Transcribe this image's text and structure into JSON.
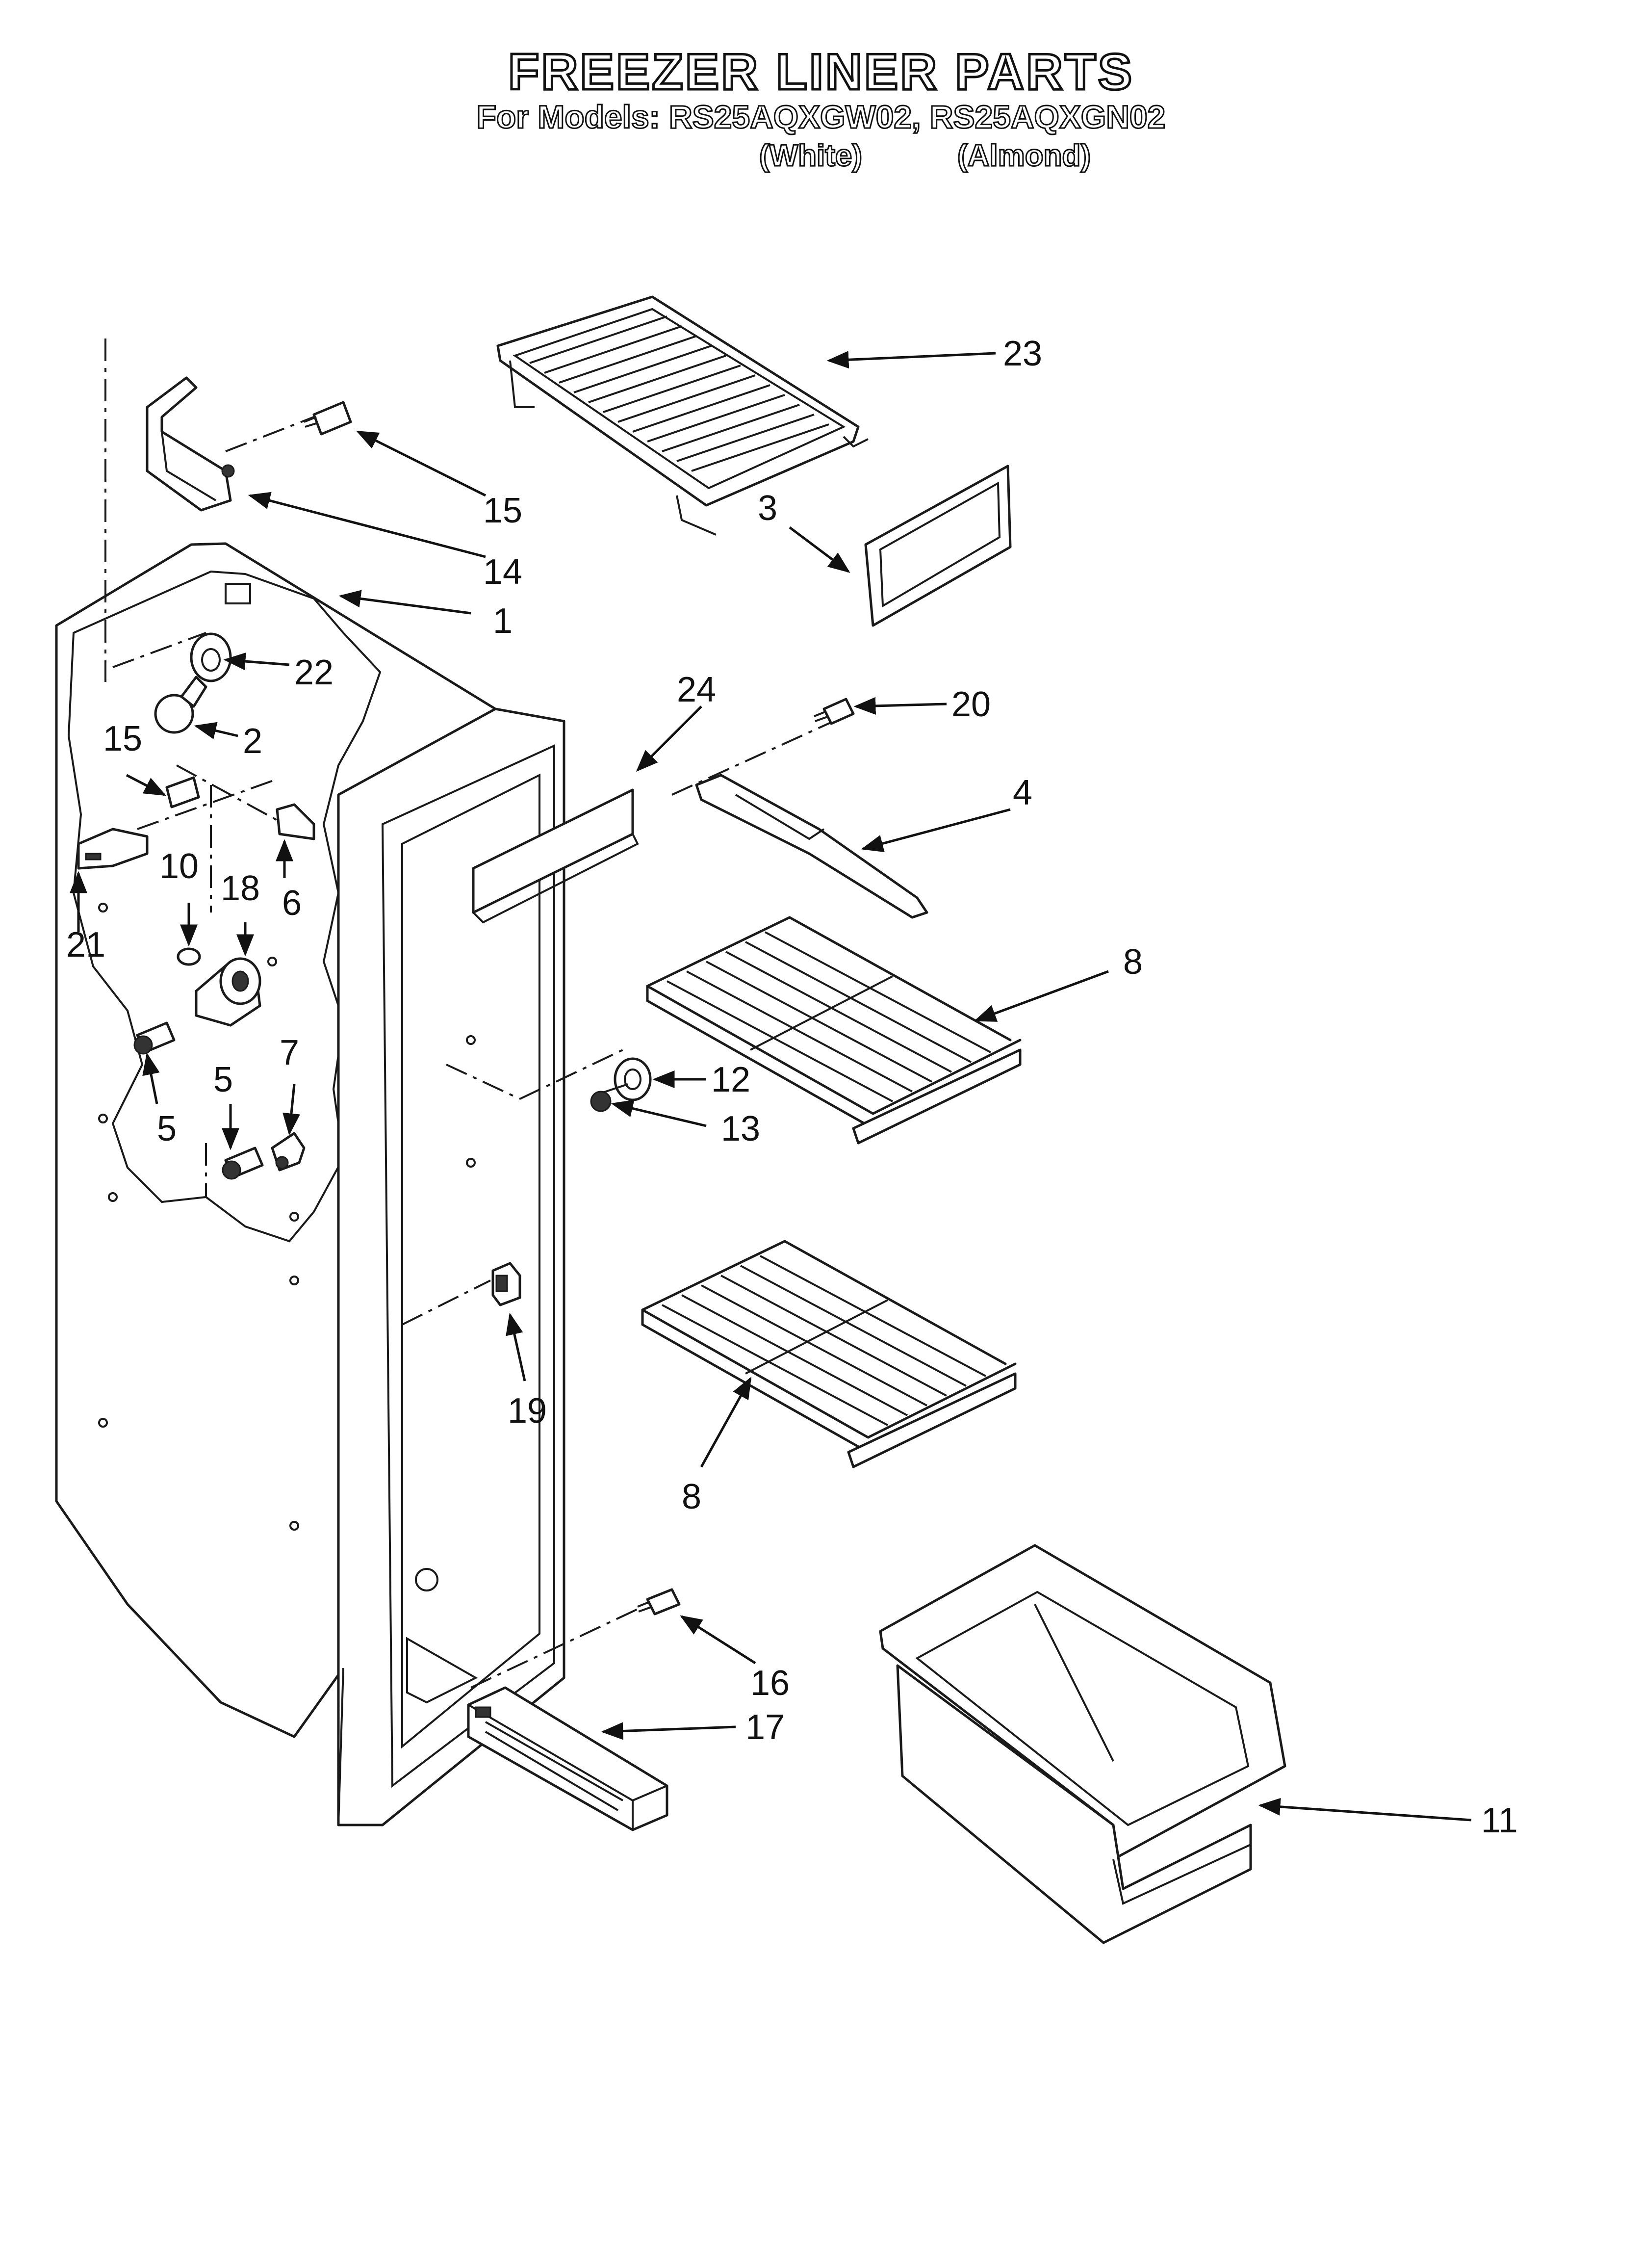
{
  "header": {
    "title": "FREEZER LINER PARTS",
    "models_line": "For Models: RS25AQXGW02, RS25AQXGN02",
    "variant_white": "(White)",
    "variant_almond": "(Almond)"
  },
  "callouts": [
    {
      "id": "c23",
      "label": "23"
    },
    {
      "id": "c15a",
      "label": "15"
    },
    {
      "id": "c14",
      "label": "14"
    },
    {
      "id": "c1",
      "label": "1"
    },
    {
      "id": "c3",
      "label": "3"
    },
    {
      "id": "c22",
      "label": "22"
    },
    {
      "id": "c2",
      "label": "2"
    },
    {
      "id": "c24",
      "label": "24"
    },
    {
      "id": "c20",
      "label": "20"
    },
    {
      "id": "c15b",
      "label": "15"
    },
    {
      "id": "c4",
      "label": "4"
    },
    {
      "id": "c6",
      "label": "6"
    },
    {
      "id": "c21",
      "label": "21"
    },
    {
      "id": "c10",
      "label": "10"
    },
    {
      "id": "c18",
      "label": "18"
    },
    {
      "id": "c8a",
      "label": "8"
    },
    {
      "id": "c7",
      "label": "7"
    },
    {
      "id": "c5a",
      "label": "5"
    },
    {
      "id": "c5b",
      "label": "5"
    },
    {
      "id": "c12",
      "label": "12"
    },
    {
      "id": "c13",
      "label": "13"
    },
    {
      "id": "c19",
      "label": "19"
    },
    {
      "id": "c8b",
      "label": "8"
    },
    {
      "id": "c16",
      "label": "16"
    },
    {
      "id": "c17",
      "label": "17"
    },
    {
      "id": "c11",
      "label": "11"
    }
  ]
}
